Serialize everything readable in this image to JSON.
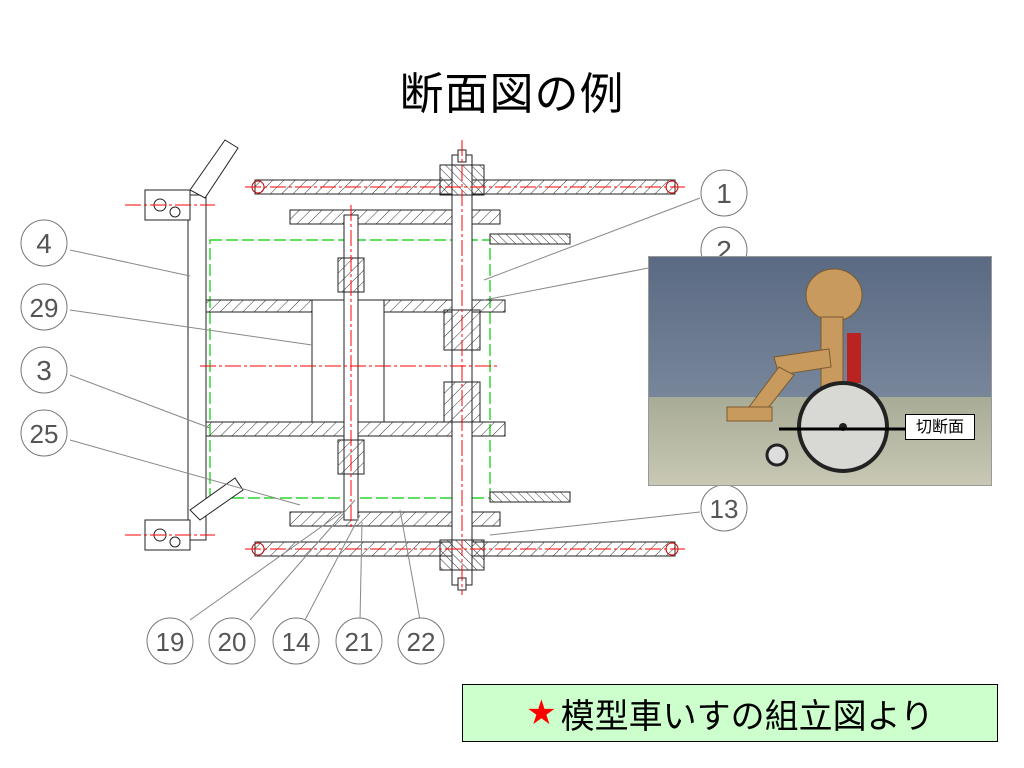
{
  "slide": {
    "title": "断面図の例",
    "caption_star": "★",
    "caption_text": "模型車いすの組立図より"
  },
  "drawing": {
    "callouts": {
      "c1": "1",
      "c2": "2",
      "c4": "4",
      "c29": "29",
      "c3": "3",
      "c25": "25",
      "c13": "13",
      "c19": "19",
      "c20": "20",
      "c14": "14",
      "c21": "21",
      "c22": "22"
    }
  },
  "photo": {
    "cut_label": "切断面"
  },
  "colors": {
    "caption_bg": "#ccffcc",
    "star": "#ff0000",
    "centerline": "#ff0000",
    "outline": "#00cc00"
  }
}
